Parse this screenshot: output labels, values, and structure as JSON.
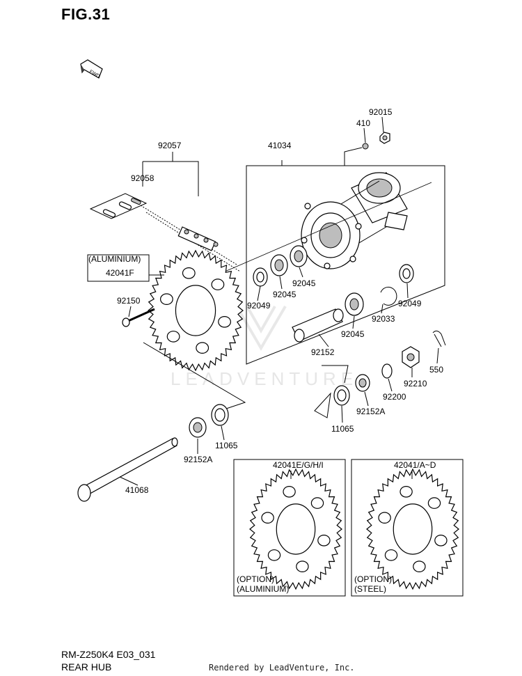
{
  "figure": {
    "title": "FIG.31",
    "code": "RM-Z250K4 E03_031",
    "name": "REAR HUB"
  },
  "credit": "Rendered by LeadVenture, Inc.",
  "watermark": "LEADVENTURE",
  "fwd_arrow_label": "FWD",
  "callouts": {
    "c92015": "92015",
    "c410": "410",
    "c41034": "41034",
    "c92057": "92057",
    "c92058": "92058",
    "c_aluminium_tag": "(ALUMINIUM)",
    "c42041F": "42041F",
    "c92150": "92150",
    "c92049_left": "92049",
    "c92045_a": "92045",
    "c92045_b": "92045",
    "c92049_right": "92049",
    "c92033": "92033",
    "c92045_c": "92045",
    "c92152": "92152",
    "c550": "550",
    "c92210": "92210",
    "c92200": "92200",
    "c92152A_right": "92152A",
    "c11065_right": "11065",
    "c11065_left": "11065",
    "c92152A_left": "92152A",
    "c41068": "41068"
  },
  "option_boxes": [
    {
      "part": "42041E/G/H/I",
      "note_line1": "(OPTION)",
      "note_line2": "(ALUMINIUM)"
    },
    {
      "part": "42041/A~D",
      "note_line1": "(OPTION)",
      "note_line2": "(STEEL)"
    }
  ]
}
